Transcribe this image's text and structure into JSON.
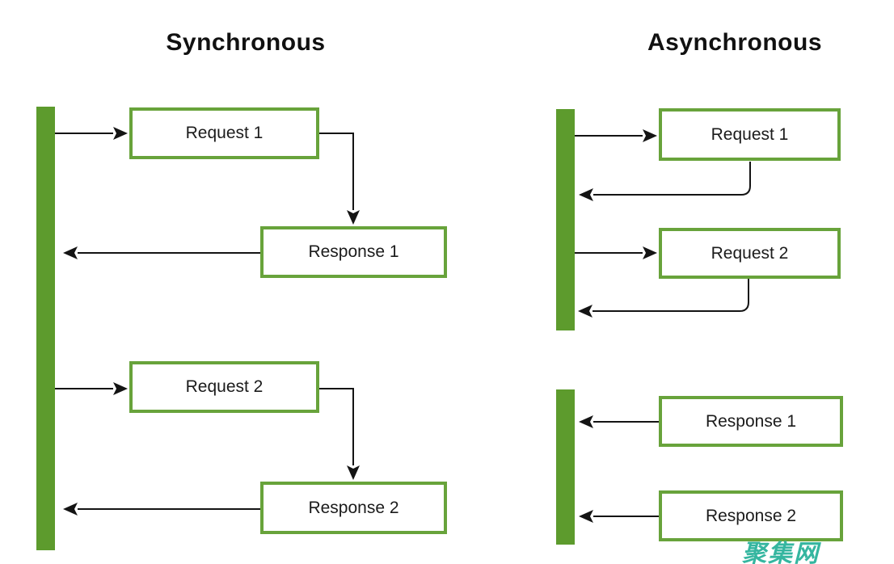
{
  "diagram": {
    "type": "sequence-comparison",
    "panels": {
      "sync": {
        "title": "Synchronous",
        "boxes": [
          {
            "id": "sync-request-1",
            "label": "Request 1"
          },
          {
            "id": "sync-response-1",
            "label": "Response 1"
          },
          {
            "id": "sync-request-2",
            "label": "Request 2"
          },
          {
            "id": "sync-response-2",
            "label": "Response 2"
          }
        ]
      },
      "async": {
        "title": "Asynchronous",
        "boxes": [
          {
            "id": "async-request-1",
            "label": "Request 1"
          },
          {
            "id": "async-request-2",
            "label": "Request 2"
          },
          {
            "id": "async-response-1",
            "label": "Response 1"
          },
          {
            "id": "async-response-2",
            "label": "Response 2"
          }
        ]
      }
    },
    "watermark": {
      "text": "聚集网",
      "color": "#35b6a0"
    },
    "colors": {
      "activation_bar": "#5d9b2d",
      "box_border": "#68a33b",
      "box_fill": "#ffffff",
      "connector": "#141414",
      "title_text": "#111111",
      "box_text": "#1b1b1b",
      "background": "#ffffff"
    }
  }
}
